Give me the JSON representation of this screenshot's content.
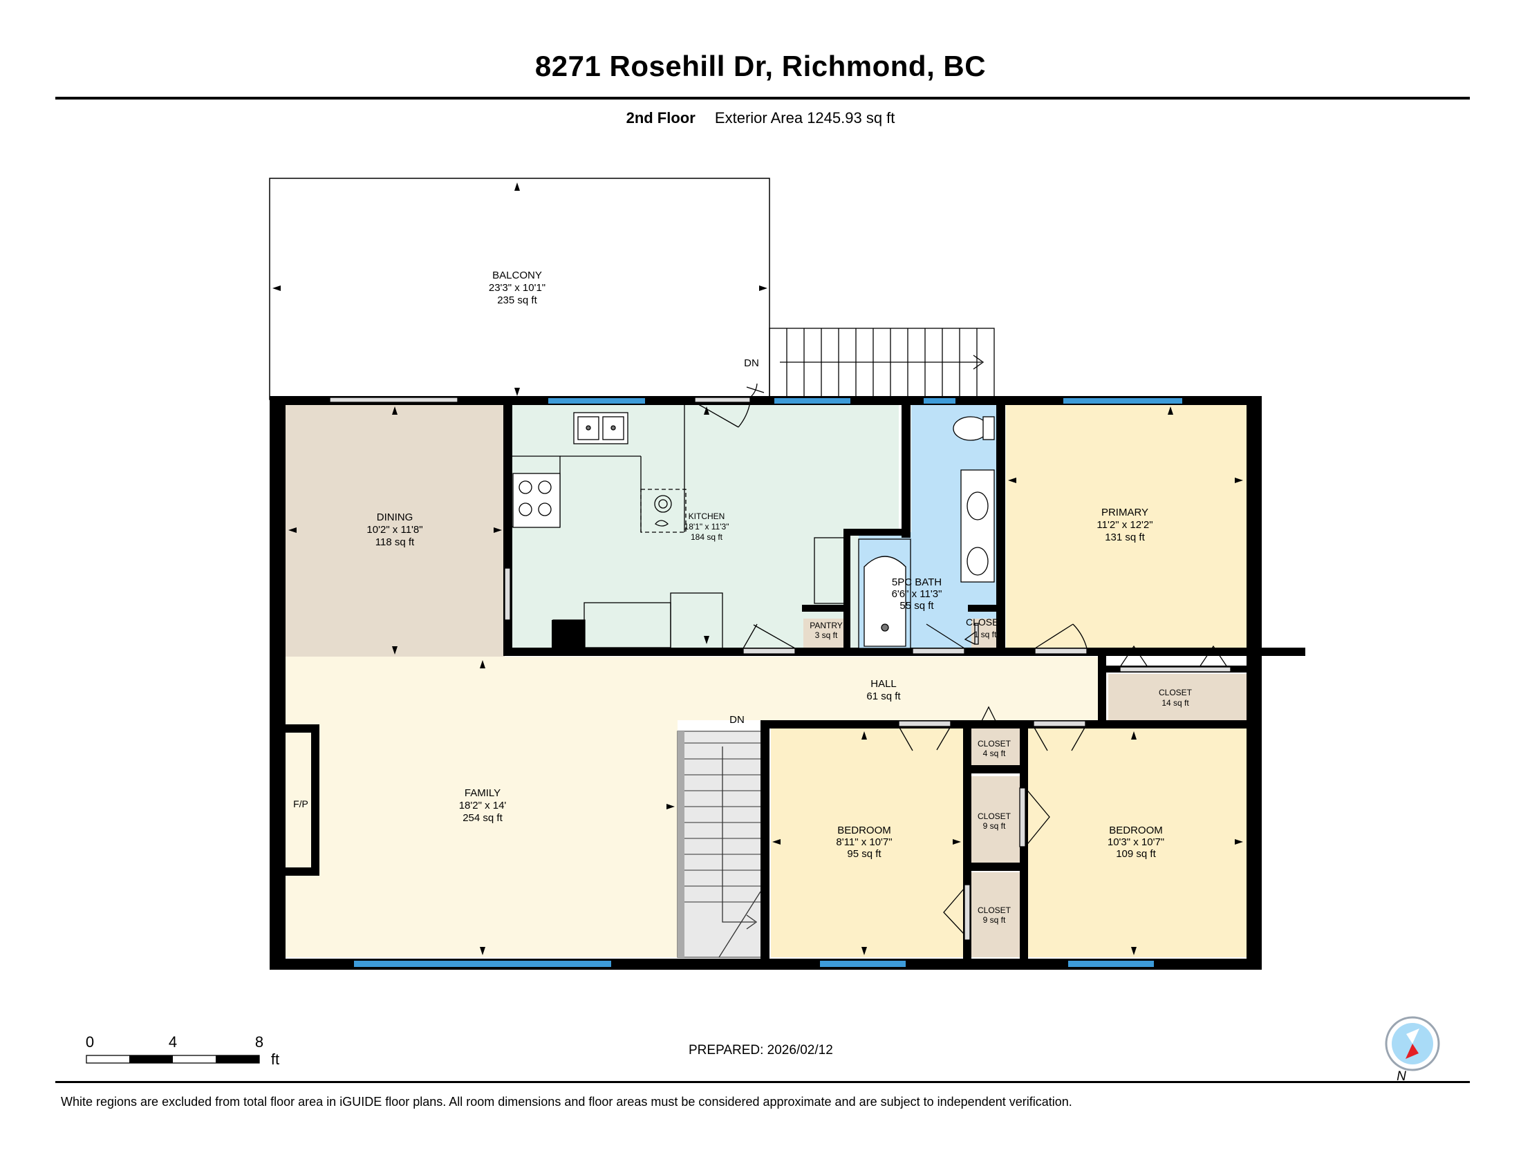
{
  "header": {
    "address": "8271 Rosehill Dr, Richmond, BC",
    "floor": "2nd Floor",
    "exterior_area": "Exterior Area 1245.93 sq ft"
  },
  "rooms": {
    "balcony": {
      "name": "BALCONY",
      "dims": "23'3\" x 10'1\"",
      "area": "235 sq ft"
    },
    "dining": {
      "name": "DINING",
      "dims": "10'2\" x 11'8\"",
      "area": "118 sq ft"
    },
    "kitchen": {
      "name": "KITCHEN",
      "dims": "18'1\" x 11'3\"",
      "area": "184 sq ft"
    },
    "bath": {
      "name": "5PC BATH",
      "dims": "6'6\" x 11'3\"",
      "area": "55 sq ft"
    },
    "pantry": {
      "name": "PANTRY",
      "area": "3 sq ft"
    },
    "closet_bath": {
      "name": "CLOSET",
      "area": "1 sq ft"
    },
    "primary": {
      "name": "PRIMARY",
      "dims": "11'2\" x 12'2\"",
      "area": "131 sq ft"
    },
    "hall": {
      "name": "HALL",
      "area": "61 sq ft"
    },
    "closet_primary": {
      "name": "CLOSET",
      "area": "14 sq ft"
    },
    "family": {
      "name": "FAMILY",
      "dims": "18'2\" x 14'",
      "area": "254 sq ft"
    },
    "fireplace": {
      "name": "F/P"
    },
    "bedroom1": {
      "name": "BEDROOM",
      "dims": "8'11\" x 10'7\"",
      "area": "95 sq ft"
    },
    "closet_a": {
      "name": "CLOSET",
      "area": "4 sq ft"
    },
    "closet_b": {
      "name": "CLOSET",
      "area": "9 sq ft"
    },
    "closet_c": {
      "name": "CLOSET",
      "area": "9 sq ft"
    },
    "bedroom2": {
      "name": "BEDROOM",
      "dims": "10'3\" x 10'7\"",
      "area": "109 sq ft"
    }
  },
  "stairs": {
    "upper_label": "DN",
    "lower_label": "DN"
  },
  "scale": {
    "ticks": [
      "0",
      "4",
      "8"
    ],
    "unit": "ft"
  },
  "compass": {
    "label": "N"
  },
  "footer": {
    "prepared": "PREPARED: 2026/02/12",
    "disclaimer": "White regions are excluded from total floor area in iGUIDE floor plans. All room dimensions and floor areas must be considered approximate and are subject to independent verification."
  },
  "colors": {
    "wall": "#000000",
    "window": "#3d9bd9",
    "dining": "#e6dccd",
    "kitchen": "#e4f2ea",
    "bath": "#bde1f8",
    "bedroom": "#fdf0c8",
    "family": "#fdf7e2",
    "closet": "#e8dccb"
  }
}
